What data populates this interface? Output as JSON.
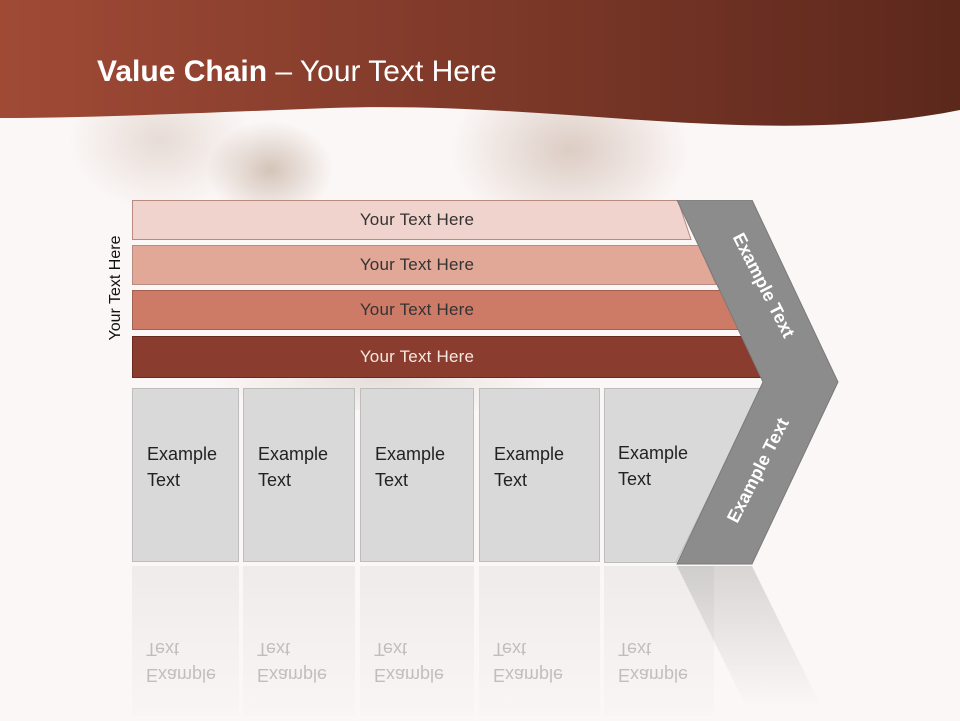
{
  "title": {
    "main": "Value Chain",
    "rest": " – Your Text Here"
  },
  "vertical_label": "Your Text Here",
  "bands": [
    {
      "label": "Your Text Here",
      "color": "#f0d3cc"
    },
    {
      "label": "Your Text Here",
      "color": "#e1a797"
    },
    {
      "label": "Your Text Here",
      "color": "#cd7a67"
    },
    {
      "label": "Your Text Here",
      "color": "#8a3c2e"
    }
  ],
  "boxes": [
    {
      "line1": "Example",
      "line2": "Text"
    },
    {
      "line1": "Example",
      "line2": "Text"
    },
    {
      "line1": "Example",
      "line2": "Text"
    },
    {
      "line1": "Example",
      "line2": "Text"
    },
    {
      "line1": "Example",
      "line2": "Text"
    }
  ],
  "chevron": {
    "upper_text": "Example Text",
    "lower_text": "Example Text",
    "color": "#8c8c8c"
  },
  "colors": {
    "header_start": "#a04a36",
    "header_end": "#5c281c"
  }
}
